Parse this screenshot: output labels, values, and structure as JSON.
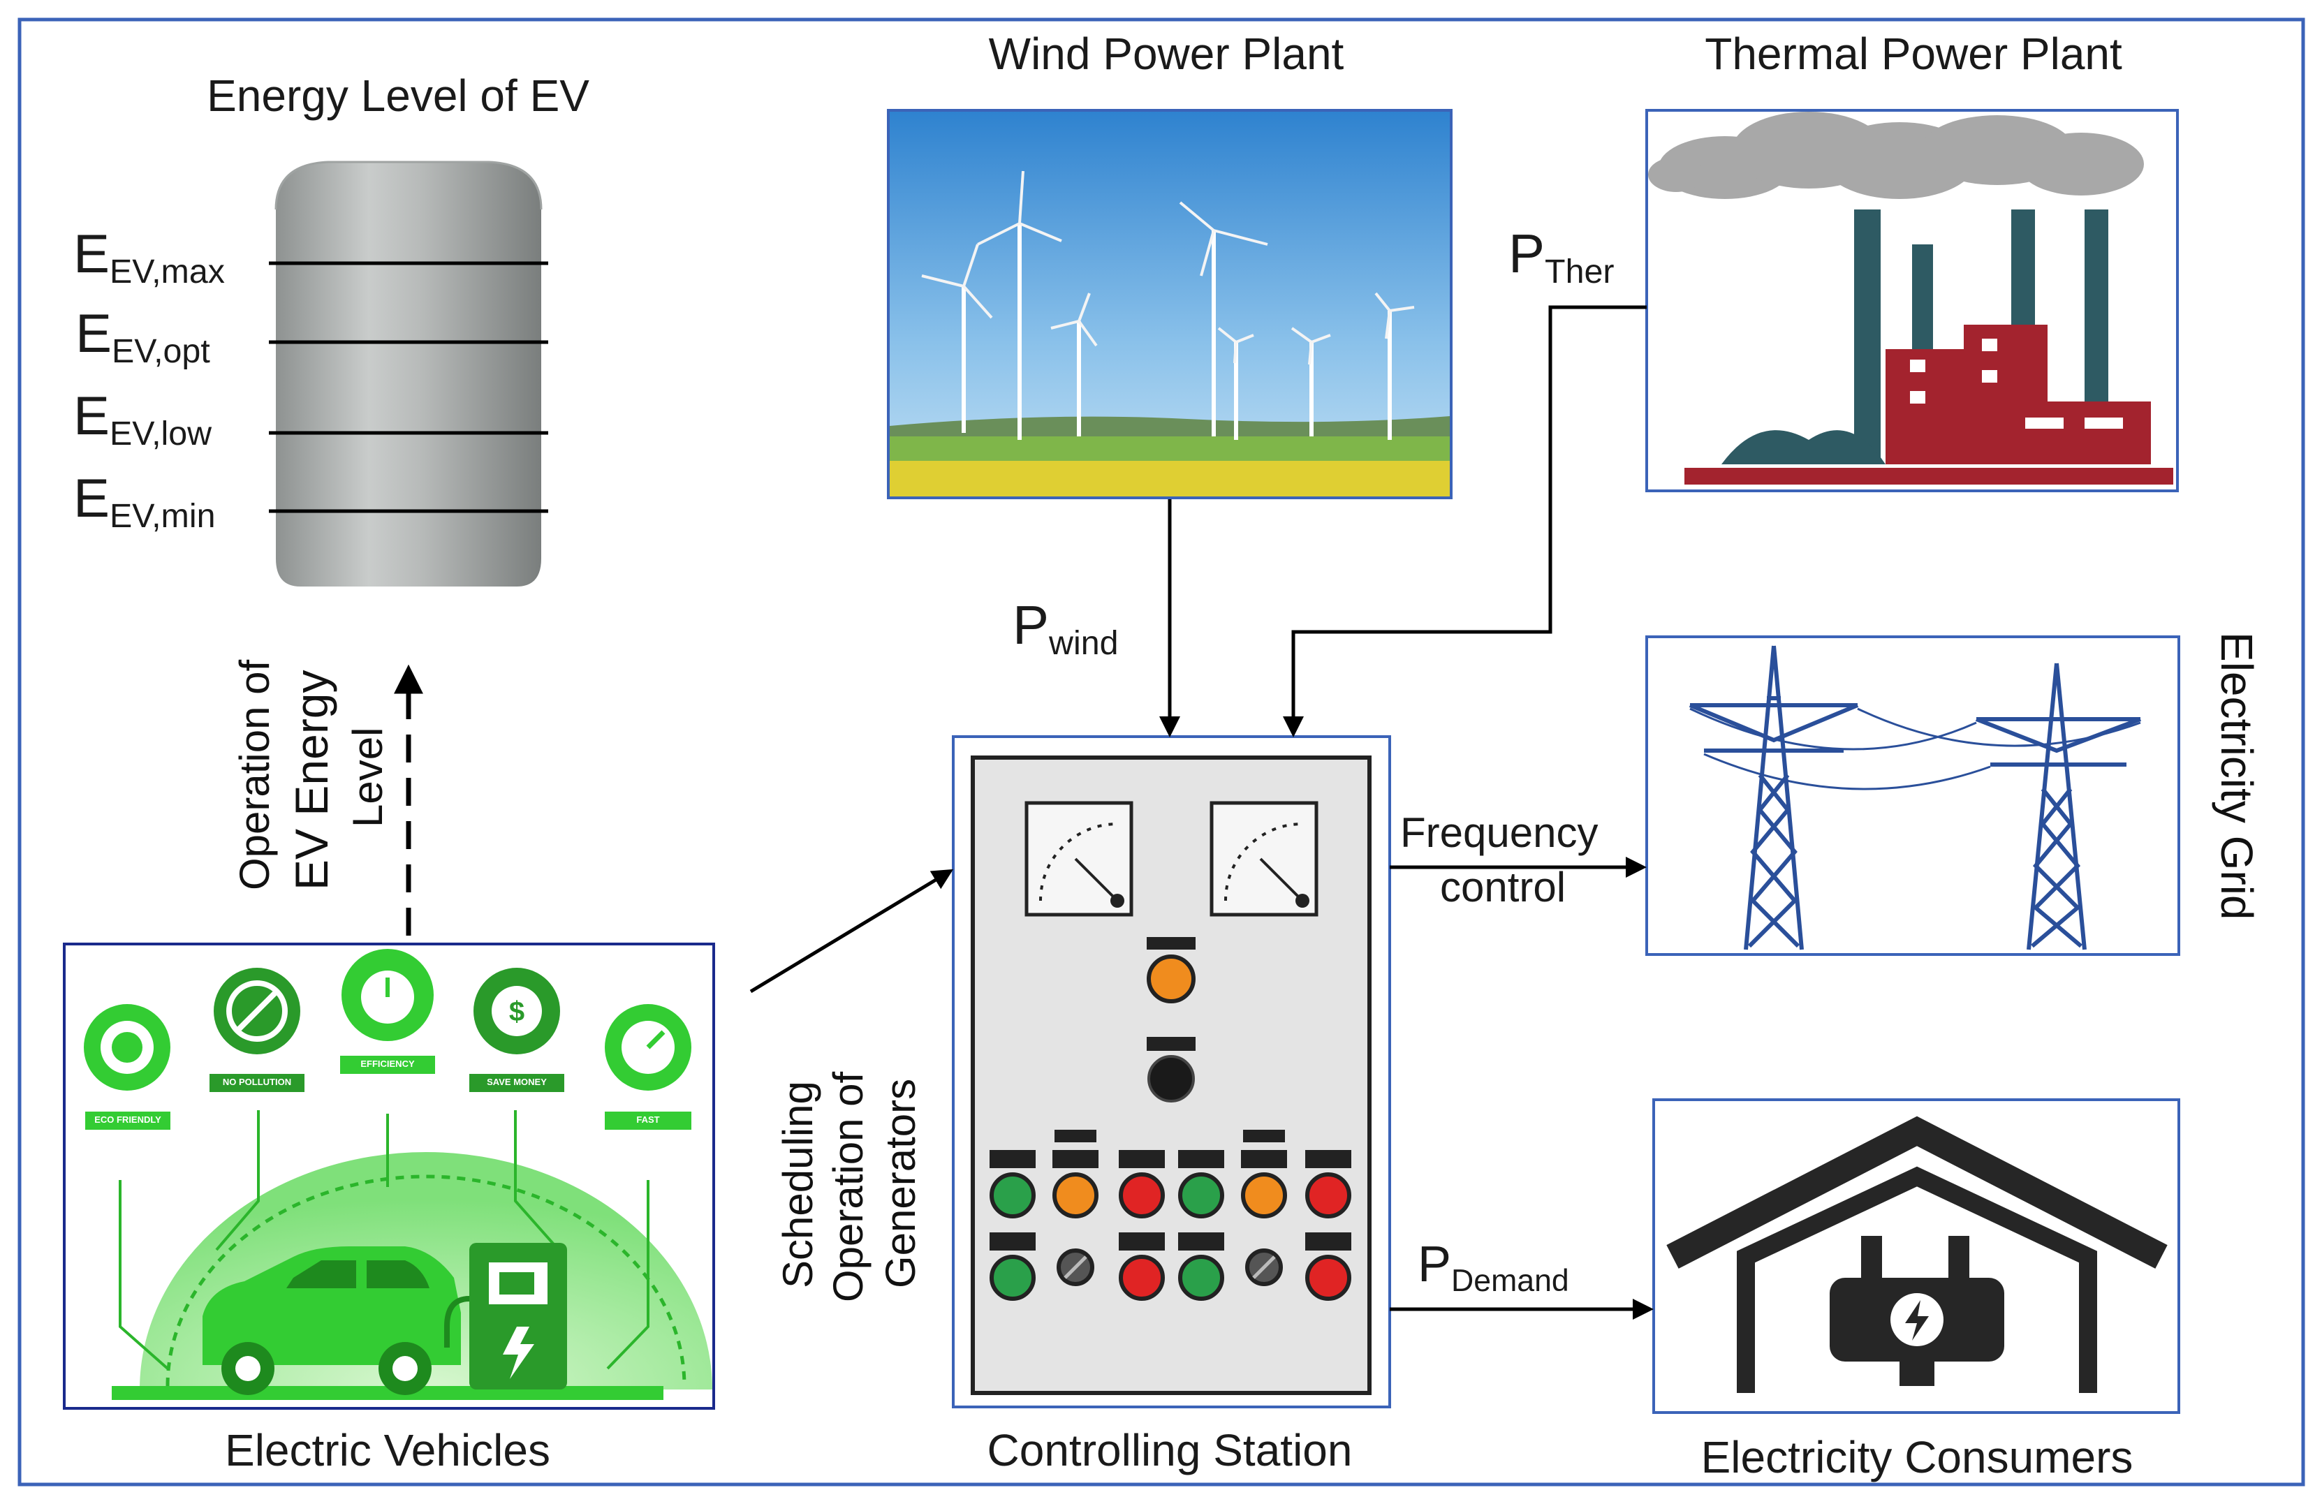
{
  "titles": {
    "energy_level": "Energy Level of EV",
    "wind_plant": "Wind Power Plant",
    "thermal_plant": "Thermal Power Plant",
    "electricity_grid": "Electricity Grid",
    "electric_vehicles": "Electric Vehicles",
    "controlling_station": "Controlling Station",
    "electricity_consumers": "Electricity Consumers"
  },
  "energy_levels": [
    {
      "base": "E",
      "sub": "EV,max"
    },
    {
      "base": "E",
      "sub": "EV,opt"
    },
    {
      "base": "E",
      "sub": "EV,low"
    },
    {
      "base": "E",
      "sub": "EV,min"
    }
  ],
  "flows": {
    "p_wind": {
      "base": "P",
      "sub": "wind"
    },
    "p_ther": {
      "base": "P",
      "sub": "Ther"
    },
    "p_demand": {
      "base": "P",
      "sub": "Demand"
    },
    "frequency_line1": "Frequency",
    "frequency_line2": "control"
  },
  "ev_operation": {
    "line1": "Operation of",
    "line2": "EV  Energy",
    "line3": "Level"
  },
  "scheduling": {
    "line1": "Scheduling",
    "line2": "Operation of",
    "line3": "Generators"
  },
  "ev_badges": [
    "ECO FRIENDLY",
    "NO POLLUTION",
    "EFFICIENCY",
    "SAVE MONEY",
    "FAST"
  ],
  "colors": {
    "frame": "#3b63b8",
    "grid_tower": "#2a4f9a",
    "thermal_red": "#a3232e",
    "thermal_teal": "#2e5a63",
    "ev_green": "#33cc33",
    "panel_gray": "#e4e4e4"
  }
}
